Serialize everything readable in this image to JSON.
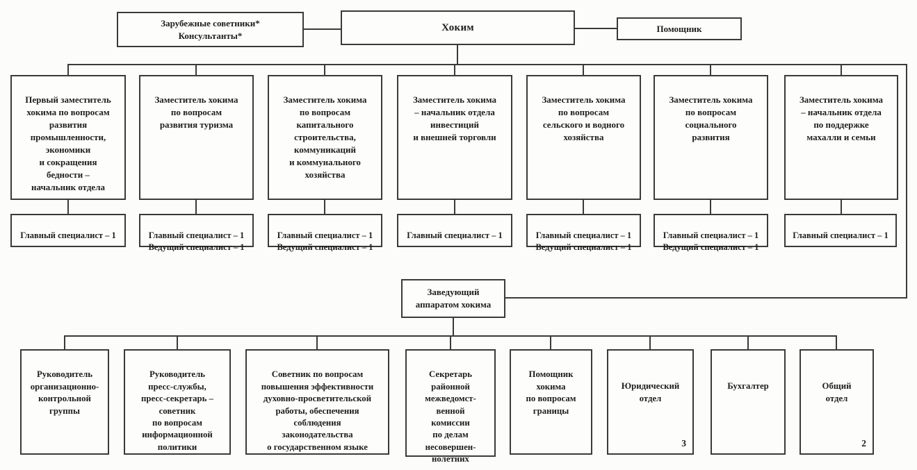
{
  "top_row": {
    "advisors": "Зарубежные советники*\nКонсультанты*",
    "hokim": "Хоким",
    "assistant": "Помощник"
  },
  "deputies": [
    {
      "label": "Первый заместитель\nхокима по вопросам\nразвития\nпромышленности,\nэкономики\nи сокращения\nбедности –\nначальник отдела"
    },
    {
      "label": "Заместитель хокима\nпо вопросам\nразвития туризма"
    },
    {
      "label": "Заместитель хокима\nпо вопросам\nкапитального\nстроительства,\nкоммуникаций\nи коммунального\nхозяйства"
    },
    {
      "label": "Заместитель хокима\n– начальник отдела\nинвестиций\nи внешней торговли"
    },
    {
      "label": "Заместитель хокима\nпо вопросам\nсельского и водного\nхозяйства"
    },
    {
      "label": "Заместитель хокима\nпо вопросам\nсоциального\nразвития"
    },
    {
      "label": "Заместитель хокима\n– начальник отдела\nпо поддержке\nмахалли и семьи"
    }
  ],
  "specialists": [
    {
      "label": "Главный специалист – 1"
    },
    {
      "label": "Главный специалист – 1\nВедущий специалист – 1"
    },
    {
      "label": "Главный специалист – 1\nВедущий специалист – 1"
    },
    {
      "label": "Главный специалист – 1"
    },
    {
      "label": "Главный специалист – 1\nВедущий специалист – 1"
    },
    {
      "label": "Главный специалист – 1\nВедущий специалист – 1"
    },
    {
      "label": "Главный специалист – 1"
    }
  ],
  "apparatus_head": {
    "label": "Заведующий\nаппаратом хокима"
  },
  "bottom_row": [
    {
      "label": "Руководитель\nорганизационно-\nконтрольной\nгруппы"
    },
    {
      "label": "Руководитель\nпресс-службы,\nпресс-секретарь –\nсоветник\nпо вопросам\nинформационной\nполитики"
    },
    {
      "label": "Советник по вопросам\nповышения эффективности\nдуховно-просветительской\nработы, обеспечения\nсоблюдения\nзаконодательства\nо государственном языке"
    },
    {
      "label": "Секретарь\nрайонной\nмежведомст-\nвенной\nкомиссии\nпо делам\nнесовершен-\nнолетних"
    },
    {
      "label": "Помощник\nхокима\nпо вопросам\nграницы"
    },
    {
      "label": "Юридический\nотдел",
      "count": "3"
    },
    {
      "label": "Бухгалтер"
    },
    {
      "label": "Общий\nотдел",
      "count": "2"
    }
  ],
  "colors": {
    "line": "#3a3a3a",
    "text": "#1e1e1e",
    "bg": "#fcfcfb"
  }
}
